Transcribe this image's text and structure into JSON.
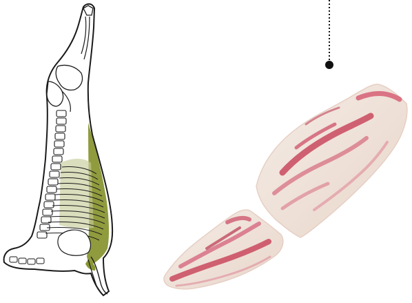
{
  "colors": {
    "background": "#ffffff",
    "outline": "#1a1a1a",
    "highlight": "#8a9634",
    "meat": "#c9495e",
    "fat": "#f1e6dd",
    "leader": "#111111"
  },
  "icons": [
    "carcass-diagram",
    "pointer-dot",
    "meat-cut-upper",
    "meat-cut-lower"
  ]
}
